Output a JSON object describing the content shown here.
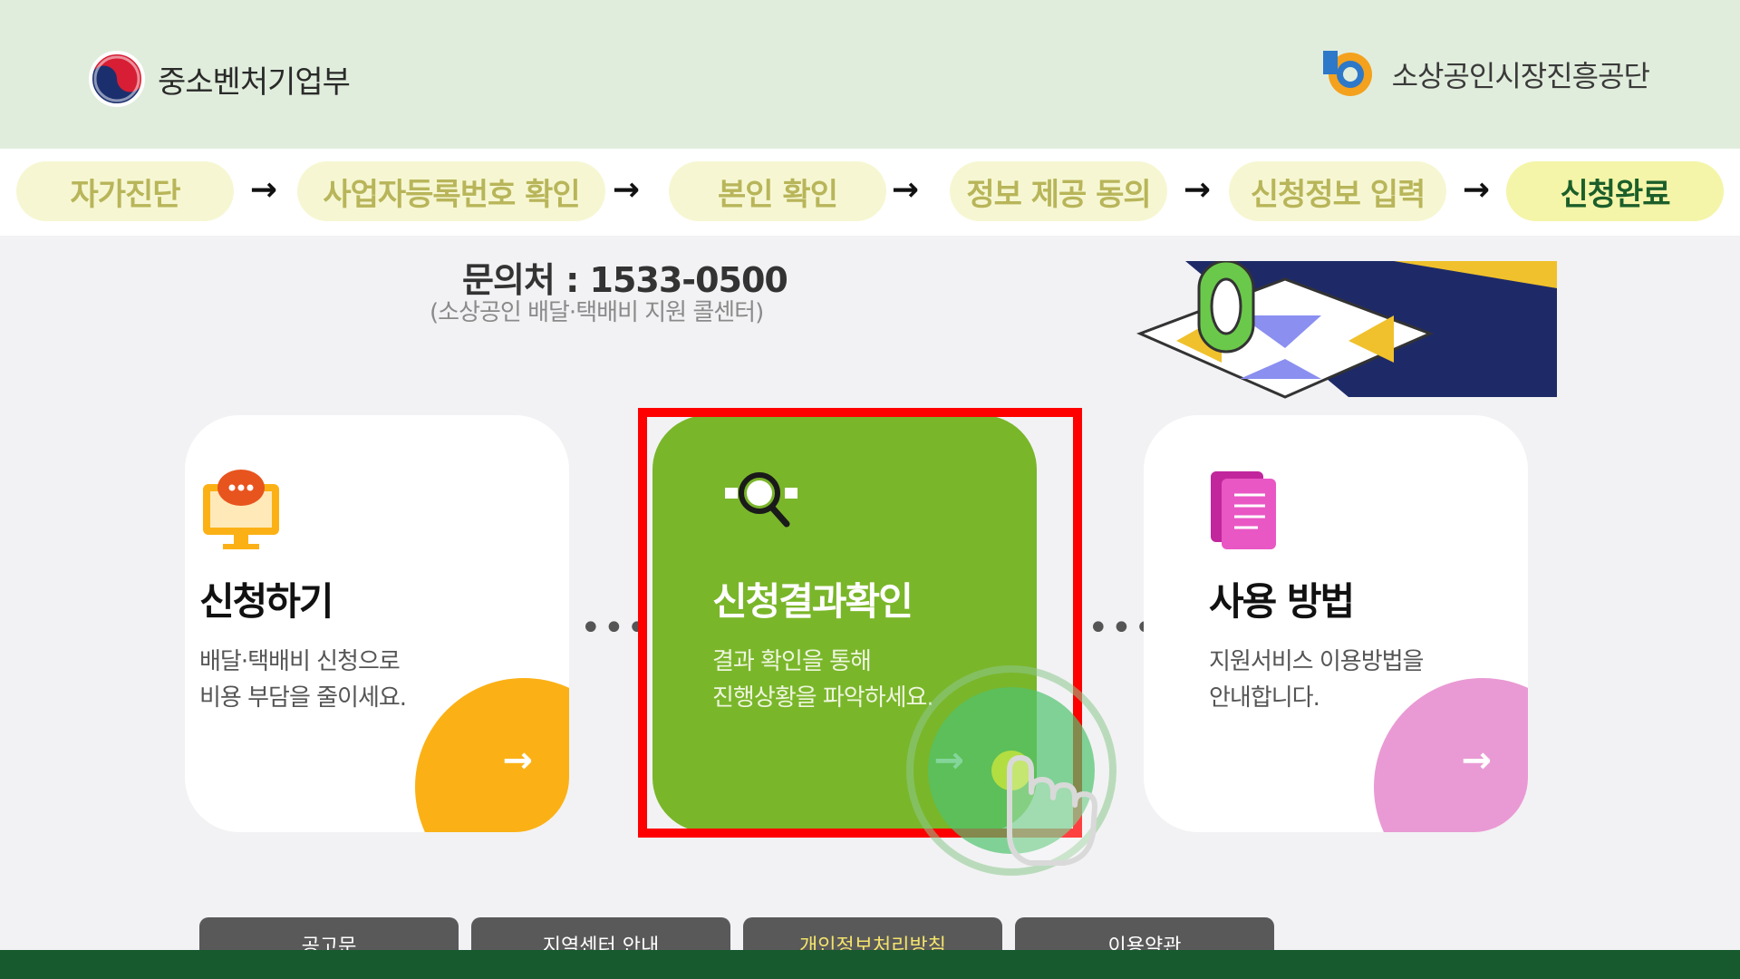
{
  "header": {
    "ministry_name": "중소벤처기업부",
    "agency_name": "소상공인시장진흥공단"
  },
  "steps": [
    {
      "label": "자가진단",
      "active": false
    },
    {
      "label": "사업자등록번호 확인",
      "active": false
    },
    {
      "label": "본인 확인",
      "active": false
    },
    {
      "label": "정보 제공 동의",
      "active": false
    },
    {
      "label": "신청정보 입력",
      "active": false
    },
    {
      "label": "신청완료",
      "active": true
    }
  ],
  "step_arrow": "→",
  "contact": {
    "title": "문의처 : 1533-0500",
    "subtitle": "(소상공인 배달·택배비 지원 콜센터)"
  },
  "cards": [
    {
      "title": "신청하기",
      "desc_line1": "배달·택배비 신청으로",
      "desc_line2": "비용 부담을 줄이세요.",
      "icon": "monitor-chat-icon",
      "accent": "#fbb116"
    },
    {
      "title": "신청결과확인",
      "desc_line1": "결과 확인을 통해",
      "desc_line2": "진행상황을 파악하세요.",
      "icon": "search-icon",
      "accent": "#7ab62a"
    },
    {
      "title": "사용 방법",
      "desc_line1": "지원서비스 이용방법을",
      "desc_line2": "안내합니다.",
      "icon": "document-icon",
      "accent": "#e99ad4"
    }
  ],
  "dots": "•••",
  "card_arrow": "→",
  "footer_tabs": [
    {
      "label": "공고문"
    },
    {
      "label": "지역센터 안내"
    },
    {
      "label": "개인정보처리방침"
    },
    {
      "label": "이용약관"
    }
  ],
  "colors": {
    "header_bg": "#e1eddc",
    "highlight": "#ff0000",
    "bottom_bar": "#165a2e"
  }
}
